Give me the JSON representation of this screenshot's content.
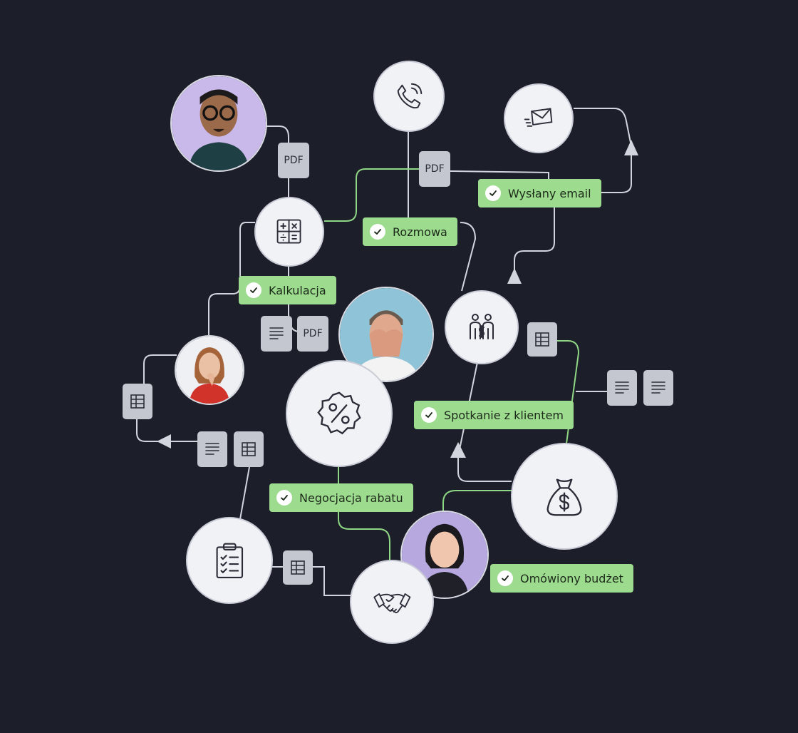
{
  "labels": {
    "email": "Wysłany email",
    "call": "Rozmowa",
    "calculation": "Kalkulacja",
    "meeting": "Spotkanie z klientem",
    "discount": "Negocjacja rabatu",
    "budget": "Omówiony budżet"
  },
  "docs": {
    "pdf": "PDF"
  },
  "colors": {
    "background": "#1c1e29",
    "node": "#f1f2f6",
    "label": "#9ddc8f",
    "doc": "#c4c7cf",
    "line": "#d3d5de",
    "line_green": "#8fd784"
  },
  "icons": [
    "phone-icon",
    "envelope-icon",
    "calculator-icon",
    "percent-badge-icon",
    "partners-icon",
    "money-bag-icon",
    "clipboard-icon",
    "handshake-icon",
    "text-document-icon",
    "table-icon",
    "check-icon"
  ]
}
